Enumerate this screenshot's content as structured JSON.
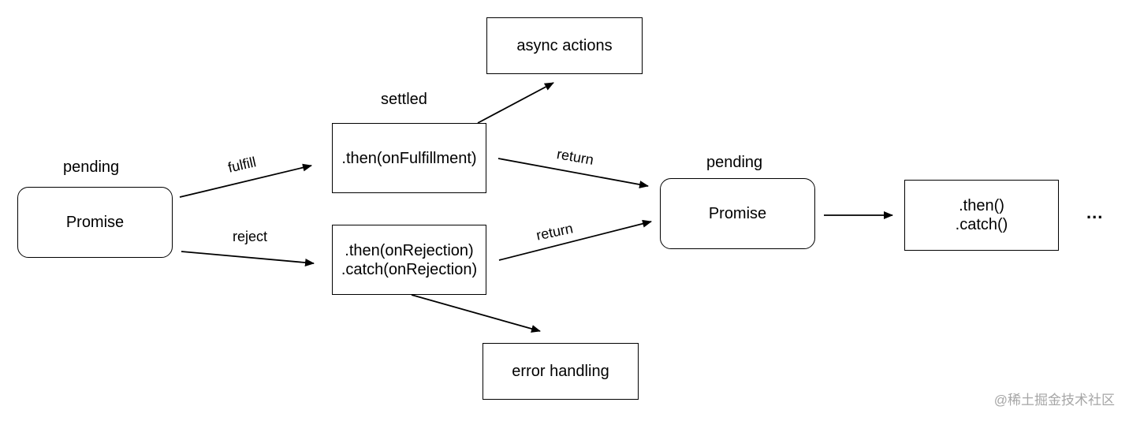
{
  "nodes": {
    "promise_1": {
      "label": "Promise",
      "state": "pending"
    },
    "then_fulfillment": {
      "label": ".then(onFulfillment)",
      "state": "settled"
    },
    "then_rejection": {
      "line1": ".then(onRejection)",
      "line2": ".catch(onRejection)"
    },
    "async_actions": {
      "label": "async actions"
    },
    "error_handling": {
      "label": "error handling"
    },
    "promise_2": {
      "label": "Promise",
      "state": "pending"
    },
    "chain": {
      "line1": ".then()",
      "line2": ".catch()"
    },
    "more": "..."
  },
  "edges": {
    "fulfill": "fulfill",
    "reject": "reject",
    "return_top": "return",
    "return_bottom": "return"
  },
  "watermark": "@稀土掘金技术社区"
}
